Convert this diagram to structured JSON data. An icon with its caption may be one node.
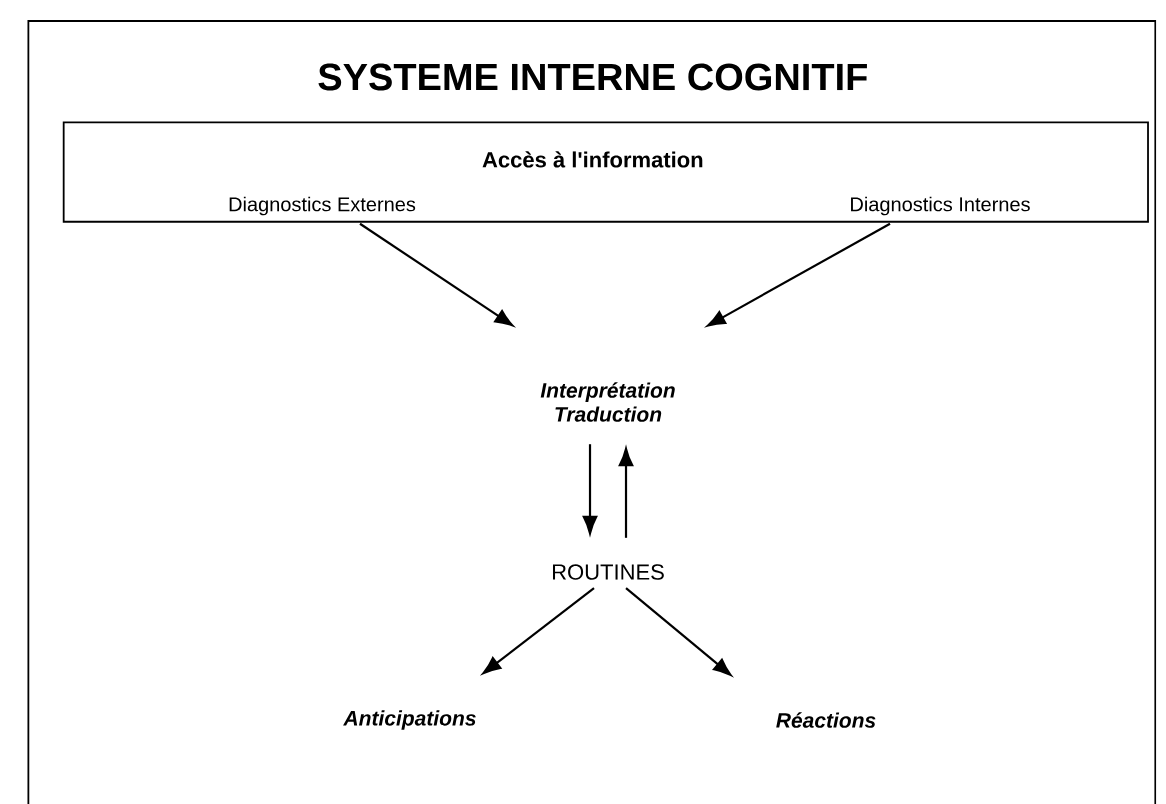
{
  "diagram": {
    "nodes": [
      {
        "text": [
          "SYSTEME INTERNE COGNITIF"
        ]
      },
      {
        "text": [
          "Accès à l'information"
        ],
        "in": 0
      },
      {
        "text": [
          "Diagnostics Externes"
        ],
        "in": 1
      },
      {
        "text": [
          "Diagnostics Internes"
        ],
        "in": 1
      },
      {
        "text": [
          "Interprétation Traduction"
        ],
        "in": 0
      },
      {
        "text": [
          "ROUTINES"
        ],
        "in": 0
      },
      {
        "text": [
          "Anticipations"
        ],
        "in": 0
      },
      {
        "text": [
          "Réactions"
        ],
        "in": 0
      }
    ],
    "edges": [
      {
        "from": 2,
        "to": 4,
        "arrow": "to"
      },
      {
        "from": 3,
        "to": 4,
        "arrow": "to"
      },
      {
        "from": 4,
        "to": 5,
        "arrow": "to"
      },
      {
        "from": 5,
        "to": 4,
        "arrow": "to"
      },
      {
        "from": 5,
        "to": 6,
        "arrow": "to"
      },
      {
        "from": 5,
        "to": 7,
        "arrow": "to"
      }
    ]
  }
}
